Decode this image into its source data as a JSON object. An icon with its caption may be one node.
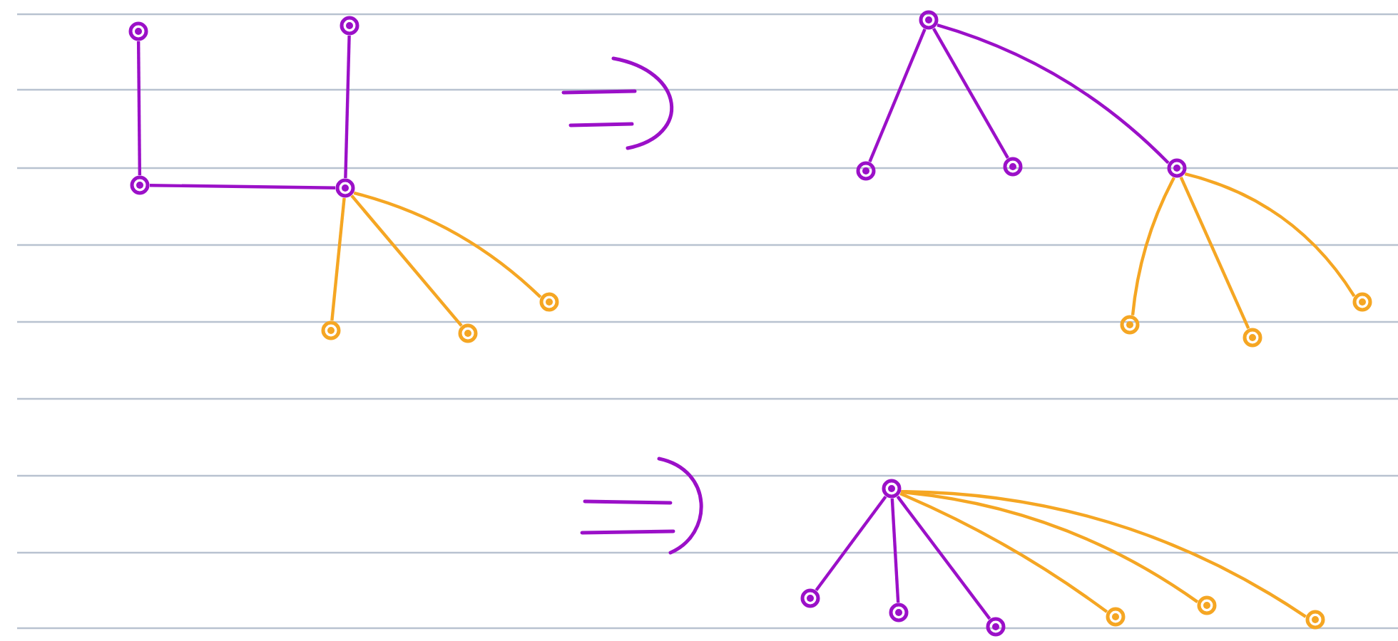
{
  "diagram": {
    "nodes": [
      {
        "text": [],
        "shape": "circle"
      },
      {
        "text": [],
        "shape": "circle"
      },
      {
        "text": [],
        "shape": "circle"
      },
      {
        "text": [],
        "shape": "circle"
      },
      {
        "text": [],
        "shape": "circle"
      },
      {
        "text": [],
        "shape": "circle"
      },
      {
        "text": [],
        "shape": "circle"
      },
      {
        "text": [],
        "shape": "circle"
      },
      {
        "text": [],
        "shape": "circle"
      },
      {
        "text": [],
        "shape": "circle"
      },
      {
        "text": [],
        "shape": "circle"
      },
      {
        "text": [],
        "shape": "circle"
      },
      {
        "text": [],
        "shape": "circle"
      },
      {
        "text": [],
        "shape": "circle"
      },
      {
        "text": [],
        "shape": "circle"
      },
      {
        "text": [],
        "shape": "circle"
      },
      {
        "text": [],
        "shape": "circle"
      },
      {
        "text": [],
        "shape": "circle"
      },
      {
        "text": [],
        "shape": "circle"
      },
      {
        "text": [],
        "shape": "circle"
      },
      {
        "text": [],
        "shape": "circle"
      }
    ],
    "edges": [
      {
        "from": 0,
        "to": 2,
        "arrow": "none",
        "color": "#9b10c8"
      },
      {
        "from": 2,
        "to": 3,
        "arrow": "none",
        "color": "#9b10c8"
      },
      {
        "from": 1,
        "to": 3,
        "arrow": "none",
        "color": "#9b10c8"
      },
      {
        "from": 3,
        "to": 4,
        "arrow": "none",
        "color": "#f5a623"
      },
      {
        "from": 3,
        "to": 5,
        "arrow": "none",
        "color": "#f5a623"
      },
      {
        "from": 3,
        "to": 6,
        "arrow": "none",
        "color": "#f5a623"
      },
      {
        "from": 7,
        "to": 8,
        "arrow": "none",
        "color": "#9b10c8"
      },
      {
        "from": 7,
        "to": 9,
        "arrow": "none",
        "color": "#9b10c8"
      },
      {
        "from": 7,
        "to": 10,
        "arrow": "none",
        "color": "#9b10c8"
      },
      {
        "from": 10,
        "to": 11,
        "arrow": "none",
        "color": "#f5a623"
      },
      {
        "from": 10,
        "to": 12,
        "arrow": "none",
        "color": "#f5a623"
      },
      {
        "from": 10,
        "to": 13,
        "arrow": "none",
        "color": "#f5a623"
      },
      {
        "from": 14,
        "to": 15,
        "arrow": "none",
        "color": "#9b10c8"
      },
      {
        "from": 14,
        "to": 16,
        "arrow": "none",
        "color": "#9b10c8"
      },
      {
        "from": 14,
        "to": 17,
        "arrow": "none",
        "color": "#9b10c8"
      },
      {
        "from": 14,
        "to": 18,
        "arrow": "none",
        "color": "#f5a623"
      },
      {
        "from": 14,
        "to": 19,
        "arrow": "none",
        "color": "#f5a623"
      },
      {
        "from": 14,
        "to": 20,
        "arrow": "none",
        "color": "#f5a623"
      }
    ]
  }
}
